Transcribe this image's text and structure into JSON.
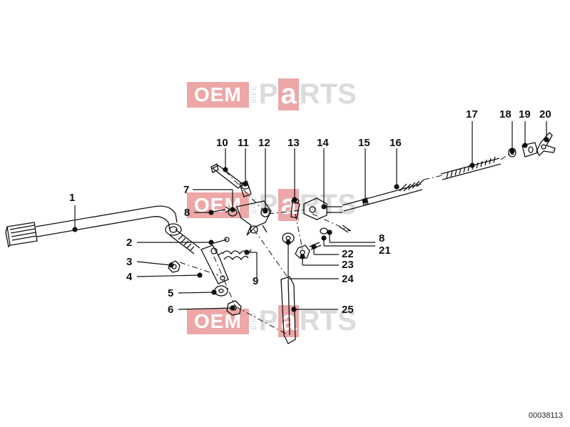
{
  "watermark": {
    "oem": "OEM",
    "bike": "BIKE",
    "p": "P",
    "a": "a",
    "rts": "RTS"
  },
  "callouts": {
    "c1": "1",
    "c2": "2",
    "c3": "3",
    "c4": "4",
    "c5": "5",
    "c6": "6",
    "c7": "7",
    "c8a": "8",
    "c8b": "8",
    "c9": "9",
    "c10": "10",
    "c11": "11",
    "c12": "12",
    "c13": "13",
    "c14": "14",
    "c15": "15",
    "c16": "16",
    "c17": "17",
    "c18": "18",
    "c19": "19",
    "c20": "20",
    "c21": "21",
    "c22": "22",
    "c23": "23",
    "c24": "24",
    "c25": "25"
  },
  "diagram_id": "00038113",
  "colors": {
    "line": "#111111",
    "watermark_red": "#e06060",
    "watermark_grey": "#bfbfbf"
  }
}
